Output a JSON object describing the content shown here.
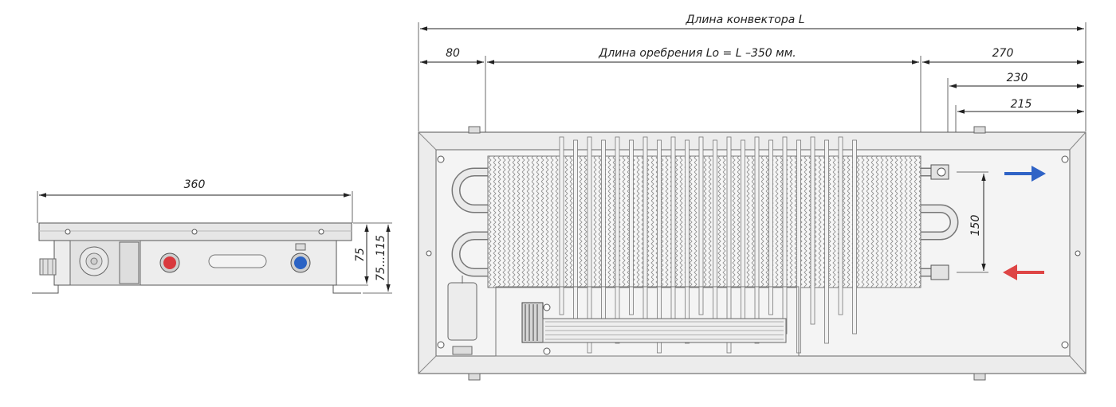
{
  "labels": {
    "convector_length": "Длина конвектора L",
    "fin_length": "Длина оребрения Lo = L –350 мм.",
    "dim_80": "80",
    "dim_270": "270",
    "dim_230": "230",
    "dim_215": "215",
    "dim_150": "150",
    "dim_360": "360",
    "dim_75": "75",
    "dim_75_115": "75...115"
  },
  "colors": {
    "hot": "#d9383d",
    "cold": "#2b63c4",
    "arrow_out": "#2f63c6",
    "arrow_in": "#de4545"
  },
  "icons": {
    "outlet_arrow": "arrow-right-icon",
    "inlet_arrow": "arrow-left-icon"
  }
}
